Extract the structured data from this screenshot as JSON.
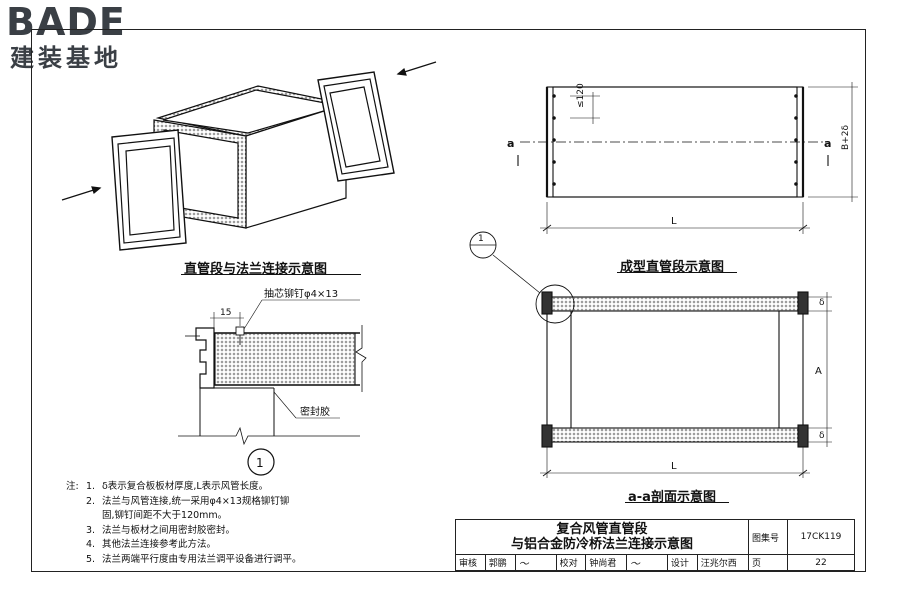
{
  "logo": {
    "brand": "BADE",
    "subtitle": "建装基地"
  },
  "captions": {
    "iso": "直管段与法兰连接示意图",
    "formed": "成型直管段示意图",
    "section": "a-a剖面示意图"
  },
  "labels": {
    "dim_120": "≤120",
    "dim_b": "B+2δ",
    "dim_l": "L",
    "dim_a": "A",
    "delta": "δ",
    "cut": "a",
    "dim_15": "15",
    "rivet": "抽芯铆钉φ4×13",
    "sealant": "密封胶",
    "detail_no": "1"
  },
  "notes": {
    "label": "注:",
    "items": [
      {
        "num": "1.",
        "text": "δ表示复合板板材厚度,L表示风管长度。"
      },
      {
        "num": "2.",
        "text": "法兰与风管连接,统一采用φ4×13规格铆钉铆"
      },
      {
        "num": "",
        "text": "固,铆钉间距不大于120mm。"
      },
      {
        "num": "3.",
        "text": "法兰与板材之间用密封胶密封。"
      },
      {
        "num": "4.",
        "text": "其他法兰连接参考此方法。"
      },
      {
        "num": "5.",
        "text": "法兰两端平行度由专用法兰调平设备进行调平。"
      }
    ]
  },
  "title_block": {
    "title_line1": "复合风管直管段",
    "title_line2": "与铝合金防冷桥法兰连接示意图",
    "atlas_label": "图集号",
    "atlas_no": "17CK119",
    "review_label": "审核",
    "reviewer": "郭鹏",
    "check_label": "校对",
    "checker": "钟尚君",
    "design_label": "设计",
    "designer": "汪兆尔西",
    "page_label": "页",
    "page_no": "22"
  }
}
